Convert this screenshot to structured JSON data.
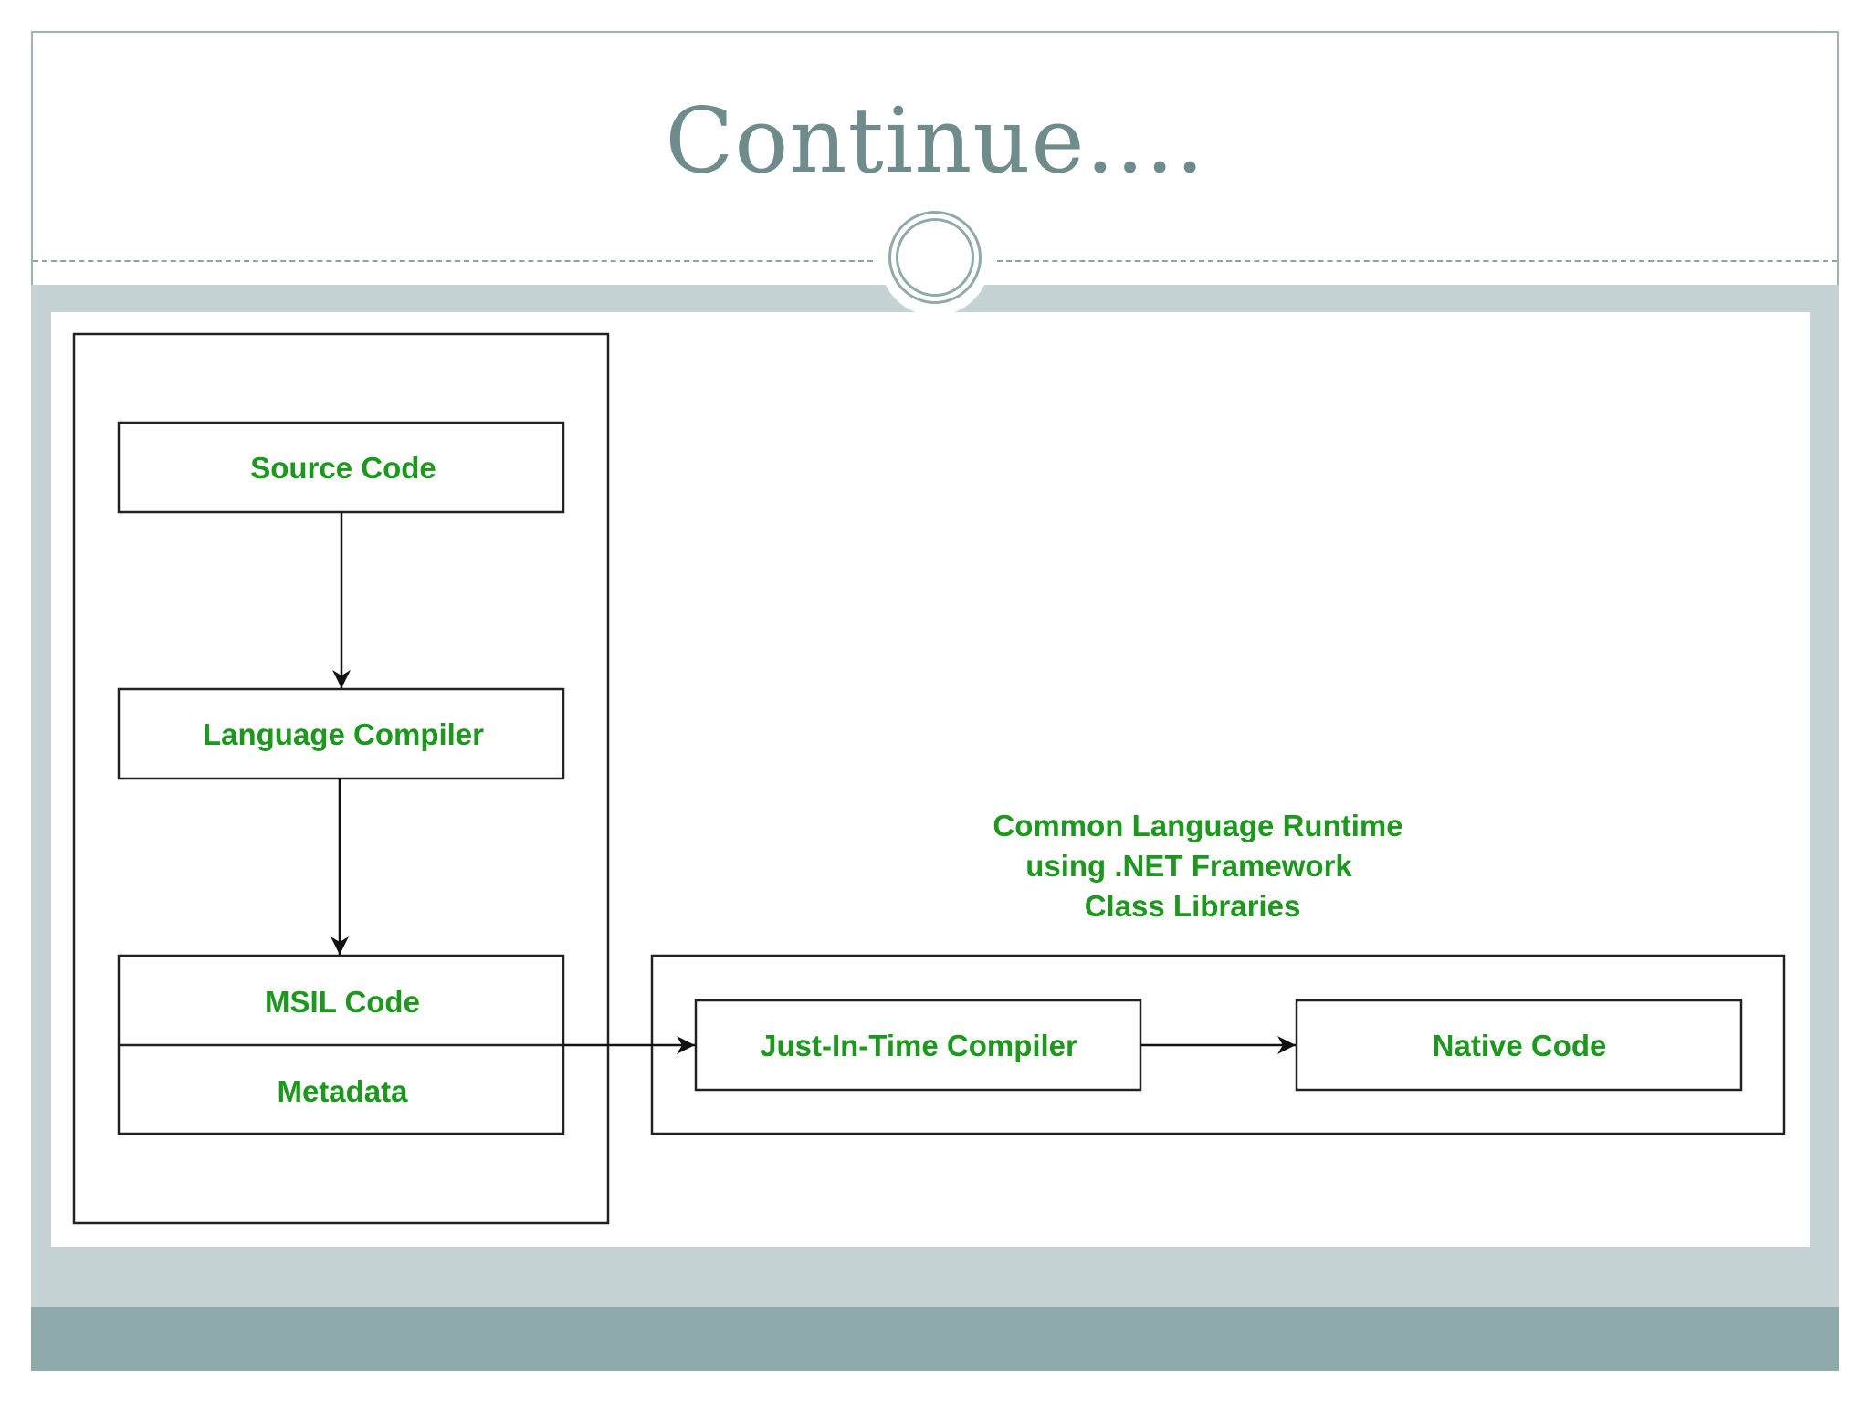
{
  "slide": {
    "title": "Continue….",
    "colors": {
      "title": "#6f8c8c",
      "band_light": "#c5d3d4",
      "band_dark": "#8faaab",
      "diagram_text": "#1a9a1a"
    }
  },
  "diagram": {
    "nodes": {
      "source_code": "Source Code",
      "language_compiler": "Language Compiler",
      "msil_code": "MSIL Code",
      "metadata": "Metadata",
      "jit_compiler": "Just-In-Time Compiler",
      "native_code": "Native Code"
    },
    "clr_caption": [
      "Common Language Runtime",
      "using .NET Framework",
      "Class Libraries"
    ],
    "edges": [
      [
        "Source Code",
        "Language Compiler"
      ],
      [
        "Language Compiler",
        "MSIL Code"
      ],
      [
        "MSIL Code",
        "Just-In-Time Compiler"
      ],
      [
        "Just-In-Time Compiler",
        "Native Code"
      ]
    ]
  }
}
